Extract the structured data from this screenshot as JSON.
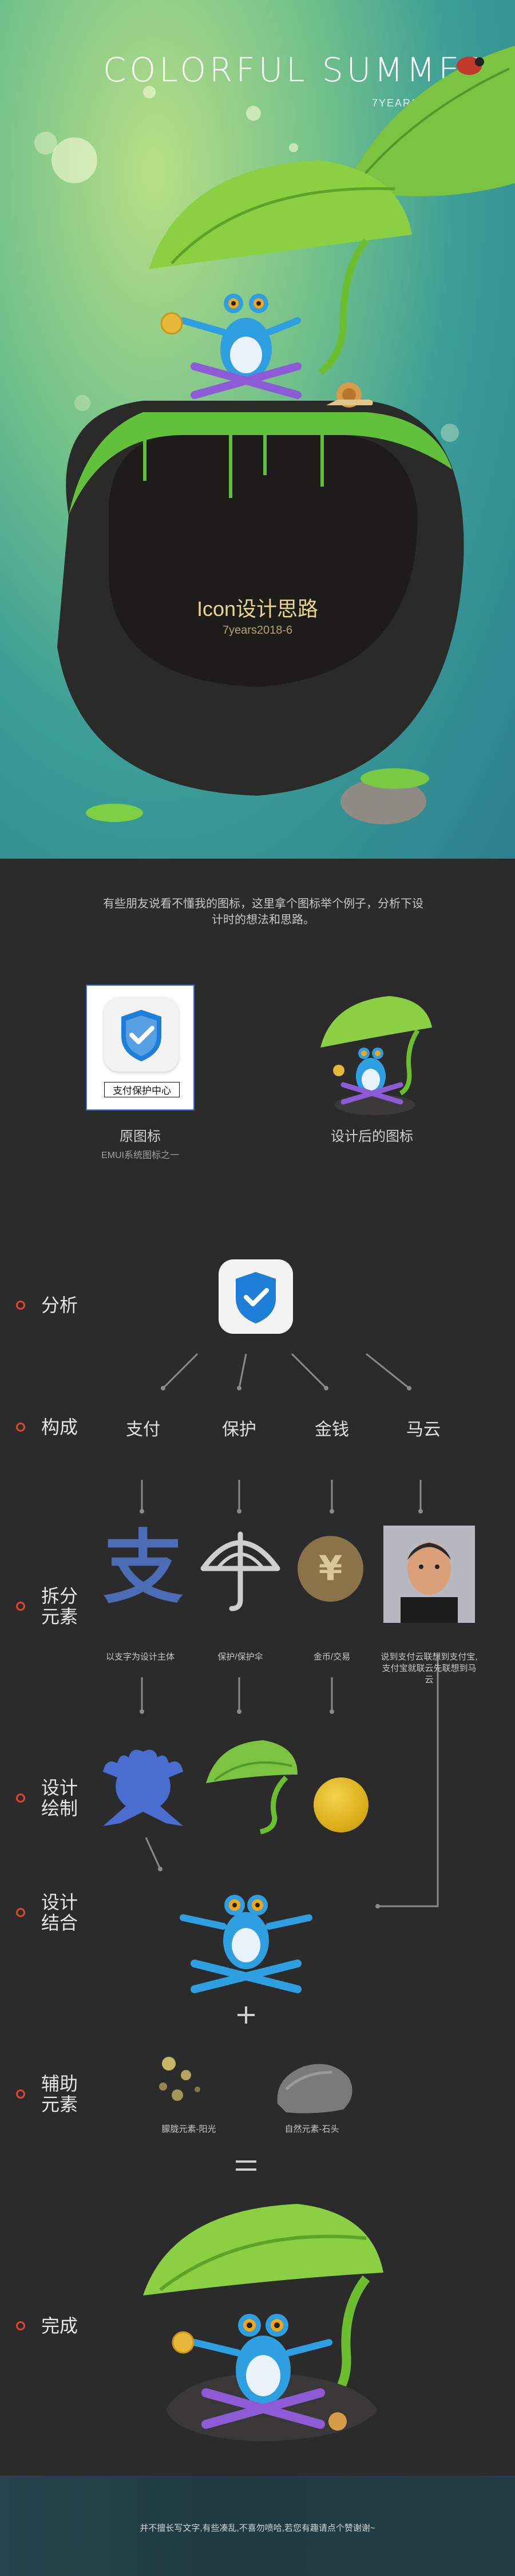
{
  "hero": {
    "title": "COLORFUL SUMMER",
    "subtitle": "7YEARS",
    "center_title": "Icon设计思路",
    "center_sub": "7years2018-6"
  },
  "intro": {
    "text": "有些朋友说看不懂我的图标，这里拿个图标举个例子，分析下设计时的想法和思路。"
  },
  "original_icon": {
    "label": "支付保护中心",
    "caption": "原图标",
    "caption_sub": "EMUI系统图标之一"
  },
  "redesigned_icon": {
    "caption": "设计后的图标"
  },
  "steps": [
    {
      "label": "分析"
    },
    {
      "label": "构成"
    },
    {
      "label": "拆分元素"
    },
    {
      "label": "设计绘制"
    },
    {
      "label": "设计结合"
    },
    {
      "label": "辅助元素"
    },
    {
      "label": "完成"
    }
  ],
  "categories": [
    "支付",
    "保护",
    "金钱",
    "马云"
  ],
  "elements": [
    {
      "caption": "以支字为设计主体"
    },
    {
      "caption": "保护/保护伞"
    },
    {
      "caption": "金币/交易"
    },
    {
      "caption": "说到支付云联想到支付宝,支付宝就联云先联想到马云"
    }
  ],
  "aux": [
    {
      "caption": "朦胧元素-阳光"
    },
    {
      "caption": "自然元素-石头"
    }
  ],
  "coin_glyph": "¥",
  "icon_glyph": "支",
  "footer": {
    "text": "并不擅长写文字,有些凑乱,不喜勿喷哈,若您有趣请点个赞谢谢~"
  },
  "colors": {
    "accent_red": "#e0452e",
    "leaf_green": "#7cc341",
    "frog_blue": "#2e9fe0",
    "shield_blue": "#1e7fd8",
    "bg_dark": "#2b2b2b"
  }
}
